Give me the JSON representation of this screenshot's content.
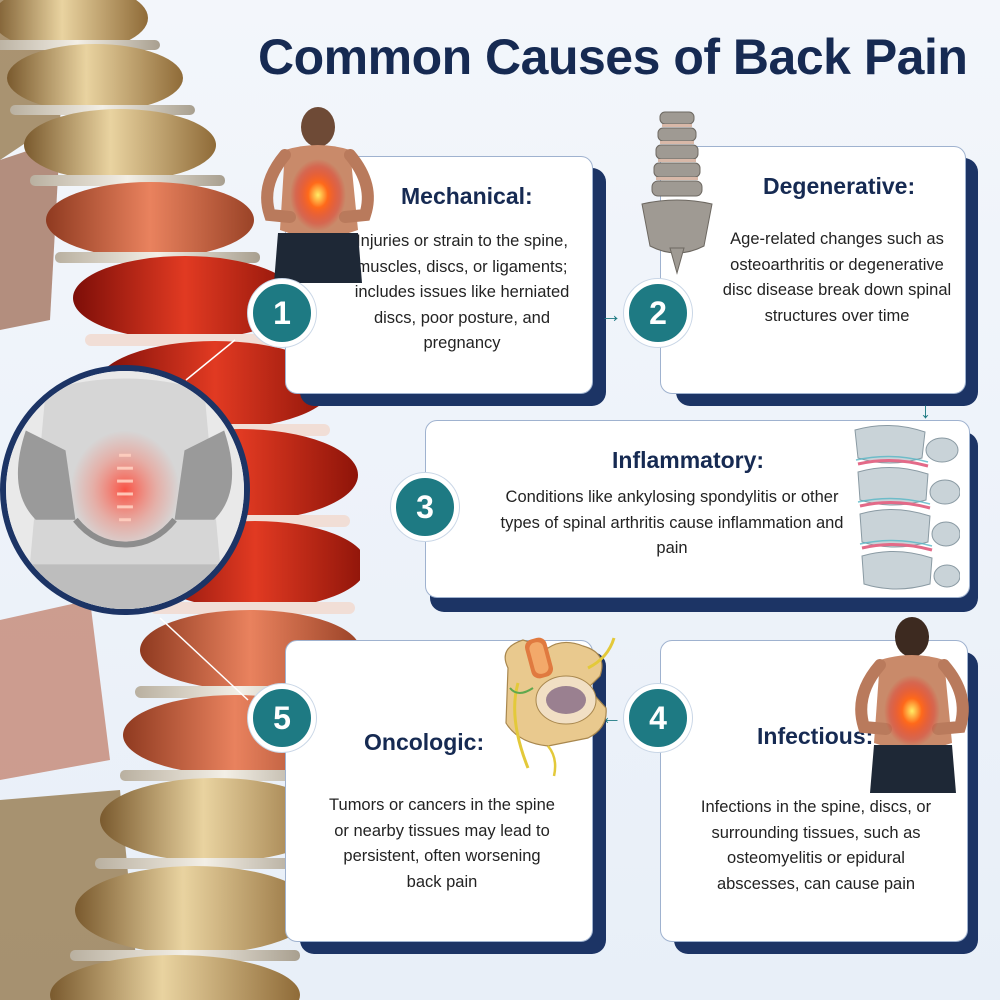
{
  "title": "Common Causes of Back Pain",
  "colors": {
    "navy": "#1c3465",
    "title_navy": "#162a52",
    "teal": "#1e7a83",
    "card_bg": "#ffffff",
    "pain_red": "#e8352a"
  },
  "causes": [
    {
      "number": "1",
      "title": "Mechanical:",
      "description": "Injuries or strain to the spine, muscles, discs, or ligaments; includes issues like herniated discs, poor posture, and pregnancy",
      "icon": "back-pain-man-icon"
    },
    {
      "number": "2",
      "title": "Degenerative:",
      "description": "Age-related changes such as osteoarthritis or degenerative disc disease break down spinal structures over time",
      "icon": "spine-column-icon"
    },
    {
      "number": "3",
      "title": "Inflammatory:",
      "description": "Conditions like ankylosing spondylitis or other types of spinal arthritis cause inflammation and pain",
      "icon": "vertebrae-closeup-icon"
    },
    {
      "number": "4",
      "title": "Infectious:",
      "description": "Infections in the spine, discs, or surrounding tissues, such as osteomyelitis or epidural abscesses, can cause pain",
      "icon": "back-pain-man-icon"
    },
    {
      "number": "5",
      "title": "Oncologic:",
      "description": "Tumors or cancers in the spine or nearby tissues may lead to persistent, often worsening back pain",
      "icon": "vertebra-crosssection-icon"
    }
  ]
}
